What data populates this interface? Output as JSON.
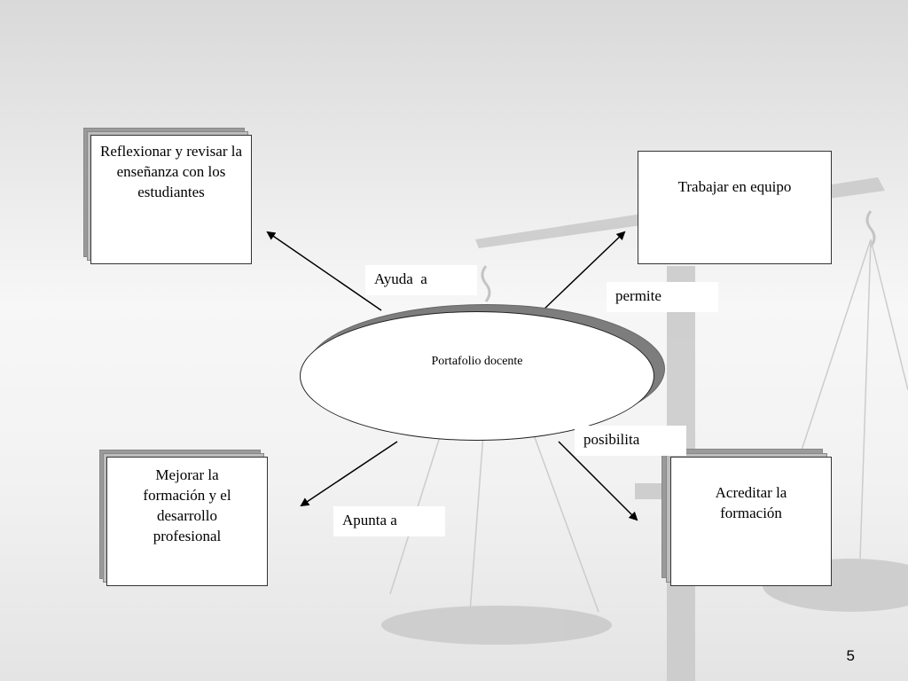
{
  "diagram": {
    "center": "Portafolio docente",
    "nodes": {
      "top_left": "Reflexionar y revisar la enseñanza con los estudiantes",
      "top_right": "Trabajar en equipo",
      "bottom_left": "Mejorar la formación y el desarrollo profesional",
      "bottom_right": "Acreditar la formación"
    },
    "edge_labels": {
      "top_left": "Ayuda  a",
      "top_right": "permite",
      "bottom_left": "Apunta a",
      "bottom_right": "posibilita"
    }
  },
  "slide": {
    "page_number": "5"
  },
  "colors": {
    "shadow": "#7a7a7a",
    "line": "#000000",
    "box": "#ffffff"
  }
}
